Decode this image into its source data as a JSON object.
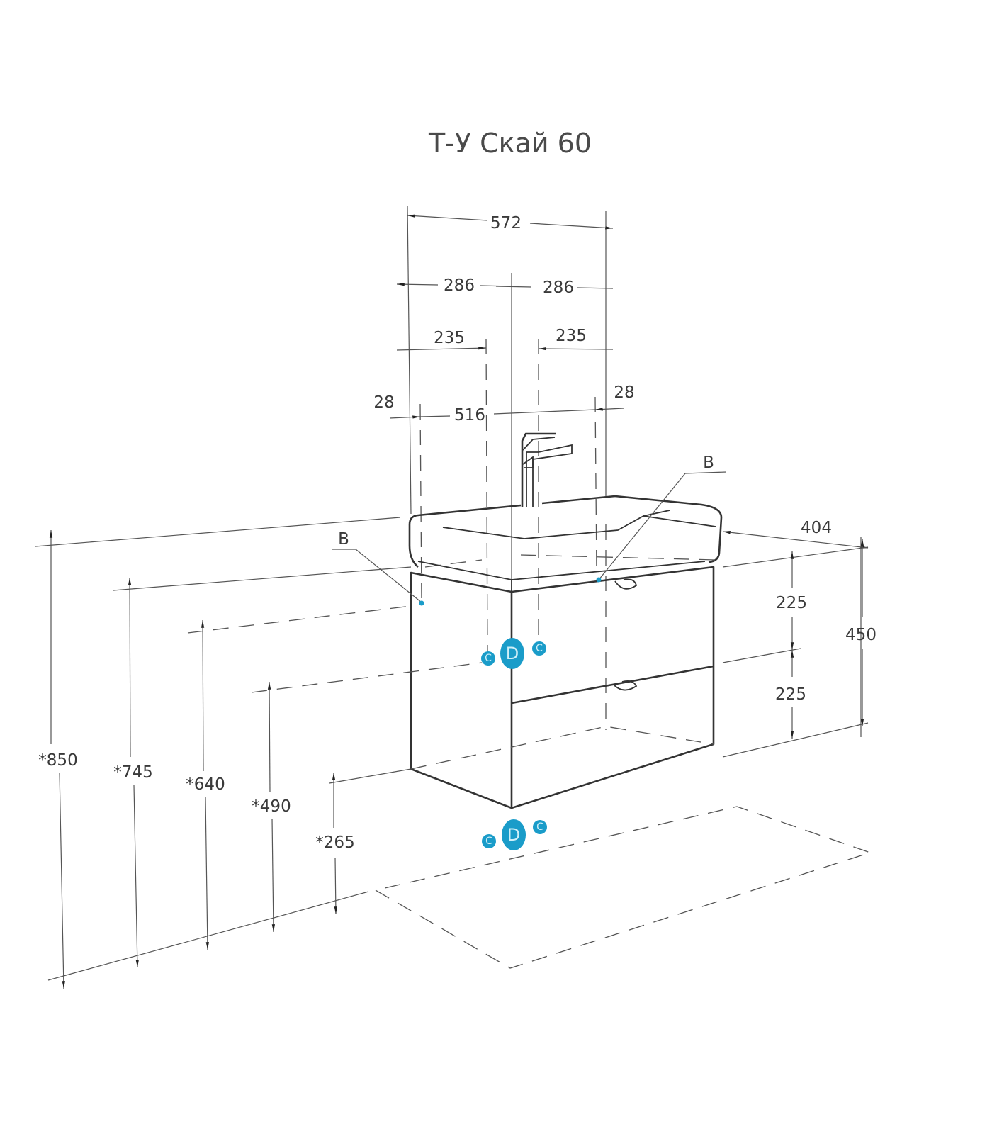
{
  "title": "Т-У Скай 60",
  "dimensions": {
    "overall_width": "572",
    "half_left": "286",
    "half_right": "286",
    "offset_left": "235",
    "offset_right": "235",
    "edge_left": "28",
    "inner_width": "516",
    "edge_right": "28",
    "depth": "404",
    "drawer_top": "225",
    "drawer_bottom": "225",
    "cabinet_height": "450",
    "h_850": "*850",
    "h_745": "*745",
    "h_640": "*640",
    "h_490": "*490",
    "h_265": "*265"
  },
  "callouts": {
    "b_left": "B",
    "b_right": "B"
  },
  "markers": {
    "cold": "C",
    "drain": "D",
    "hot": "C"
  },
  "colors": {
    "marker": "#1a9cc9",
    "line": "#333333"
  }
}
